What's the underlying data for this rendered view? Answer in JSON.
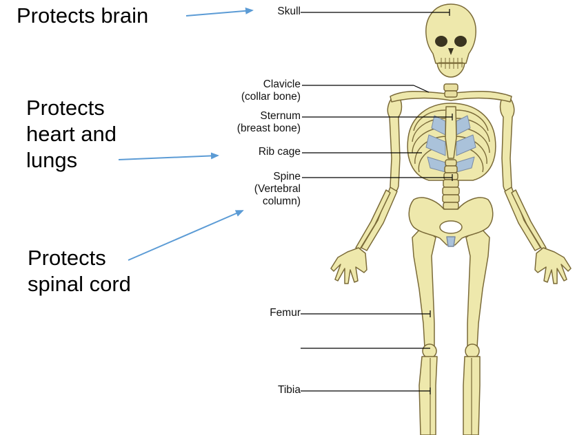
{
  "annotations": {
    "brain": "Protects brain",
    "heart_lines": [
      "Protects",
      "heart and",
      "lungs"
    ],
    "spine_lines": [
      "Protects",
      "spinal cord"
    ]
  },
  "labels": {
    "skull": "Skull",
    "clavicle": [
      "Clavicle",
      "(collar bone)"
    ],
    "sternum": [
      "Sternum",
      "(breast bone)"
    ],
    "rib_cage": "Rib cage",
    "spine": [
      "Spine",
      "(Vertebral",
      "column)"
    ],
    "femur": "Femur",
    "tibia": "Tibia"
  },
  "colors": {
    "bone": "#eee8ac",
    "bone_outline": "#7a6a38",
    "cartilage": "#aac2da",
    "arrow": "#5b9bd5"
  }
}
